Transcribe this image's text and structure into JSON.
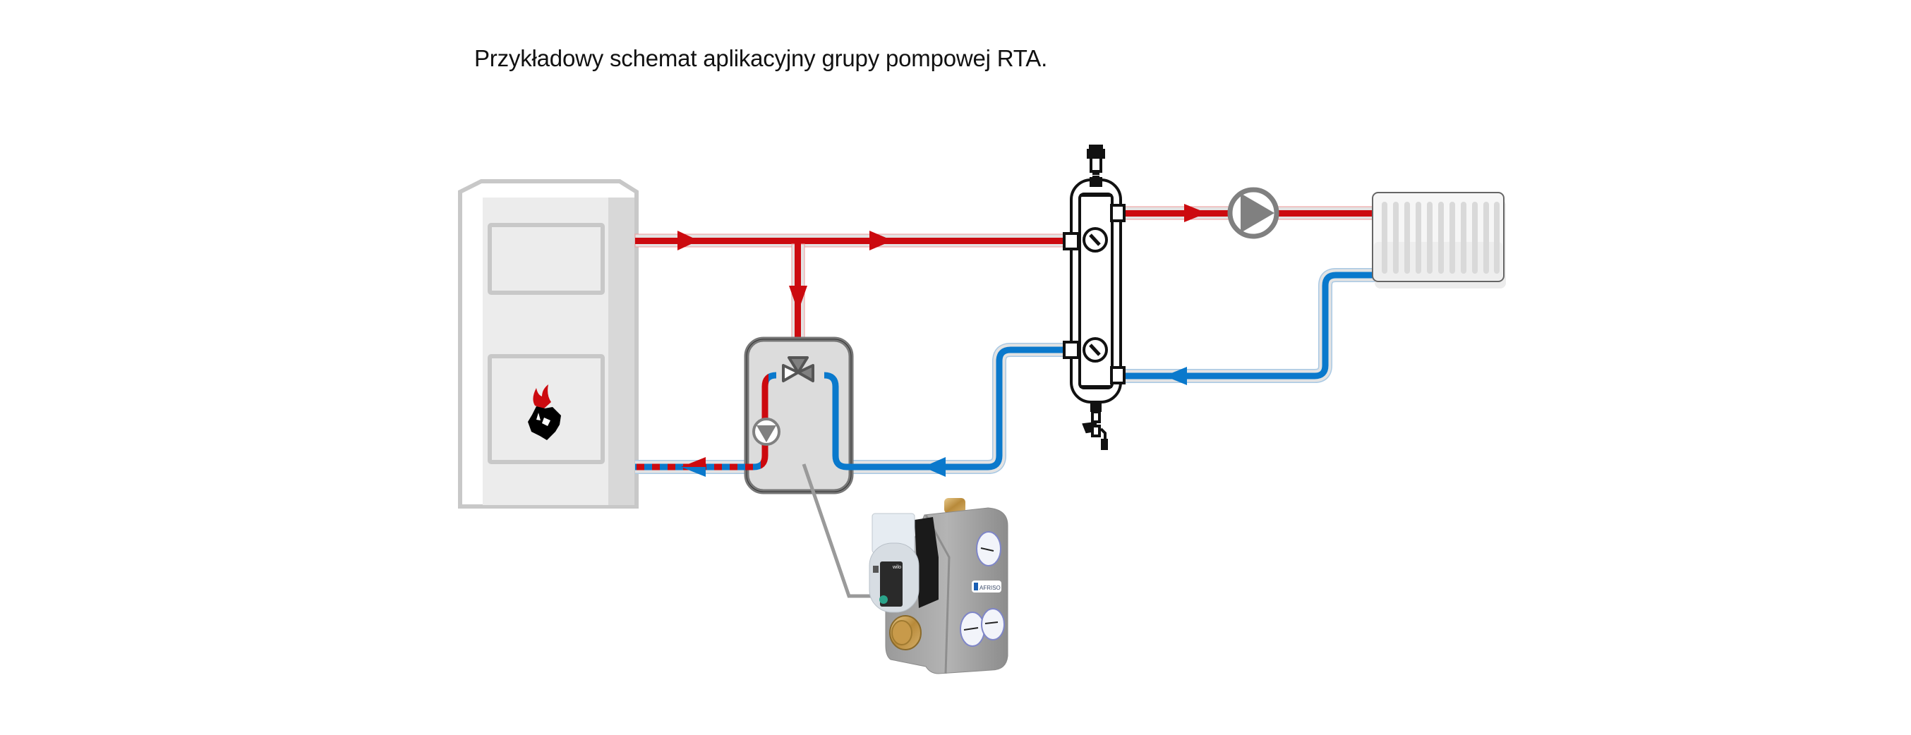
{
  "title": "Przykładowy schemat aplikacyjny grupy pompowej RTA.",
  "colors": {
    "supply": "#cc0a0f",
    "return": "#0a79cc",
    "pipe_sheath": "#e3e3e3",
    "outline": "#111111",
    "device_gray": "#808080",
    "boiler_fill": "#ececec",
    "boiler_edge": "#c8c8c8"
  },
  "components": {
    "boiler": {
      "name": "Boiler (solid fuel)",
      "icon": "coal-flame-icon"
    },
    "pump_group": {
      "name": "Pump group RTA",
      "parts": [
        "three-way mixing valve",
        "circulation pump"
      ]
    },
    "hydraulic_separator": {
      "name": "Hydraulic separator",
      "parts": [
        "air vent",
        "thermometer",
        "thermometer",
        "drain valve"
      ]
    },
    "heating_pump": {
      "name": "Circulation pump"
    },
    "radiator": {
      "name": "Radiator"
    },
    "product_photo": {
      "name": "RTA pump group product",
      "brand_label": "AFRISO",
      "pump_brand": "wilo"
    }
  },
  "flows": [
    {
      "from": "boiler",
      "to": "hydraulic_separator",
      "type": "supply"
    },
    {
      "from": "supply_line",
      "to": "pump_group",
      "type": "supply"
    },
    {
      "from": "pump_group",
      "to": "boiler",
      "type": "mixed-return"
    },
    {
      "from": "hydraulic_separator",
      "to": "pump_group",
      "type": "return"
    },
    {
      "from": "hydraulic_separator",
      "to": "radiator",
      "type": "supply"
    },
    {
      "from": "radiator",
      "to": "hydraulic_separator",
      "type": "return"
    }
  ]
}
